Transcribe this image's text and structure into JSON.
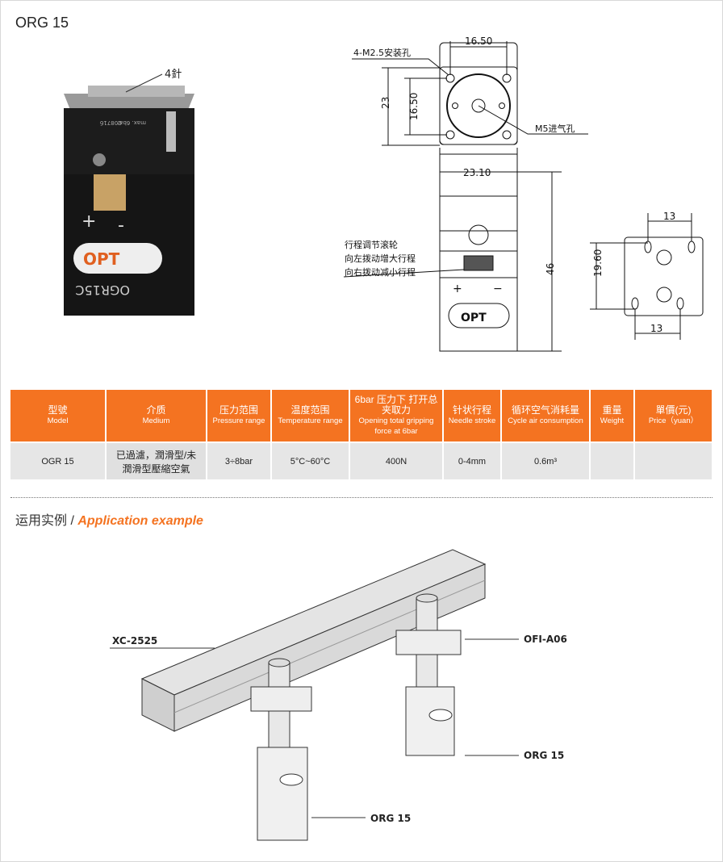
{
  "title": "ORG 15",
  "photo": {
    "pin_label": "4針",
    "marking_pressure": "max. 6bar",
    "marking_code": "C0871б",
    "model_mark": "OGR15C",
    "brand": "OPT",
    "plus": "+",
    "minus": "-"
  },
  "drawing": {
    "top_view": {
      "holes_label": "4-M2.5安装孔",
      "width_dim": "16.50",
      "height_outer": "23",
      "height_inner": "16.50",
      "port_label": "M5进气孔"
    },
    "front_view": {
      "width_dim": "23.10",
      "height_dim": "46",
      "note": [
        "行程调节滚轮",
        "向左拨动增大行程",
        "向右拨动减小行程"
      ],
      "plus": "+",
      "minus": "−",
      "brand": "OPT"
    },
    "bottom_view": {
      "top_dim": "13",
      "side_dim": "19.60",
      "bottom_dim": "13"
    }
  },
  "table": {
    "headers": [
      {
        "cn": "型號",
        "en": "Model"
      },
      {
        "cn": "介质",
        "en": "Medium"
      },
      {
        "cn": "压力范围",
        "en": "Pressure range"
      },
      {
        "cn": "温度范围",
        "en": "Temperature range"
      },
      {
        "cn": "6bar 压力下 打开总夹取力",
        "en": "Opening total gripping force at 6bar"
      },
      {
        "cn": "针状行程",
        "en": "Needle stroke"
      },
      {
        "cn": "循环空气消耗量",
        "en": "Cycle air consumption"
      },
      {
        "cn": "重量",
        "en": "Weight"
      },
      {
        "cn": "單價(元)",
        "en": "Price（yuan）"
      }
    ],
    "rows": [
      [
        "OGR 15",
        "已過濾，潤滑型/未潤滑型壓縮空氣",
        "3÷8bar",
        "5°C~60°C",
        "400N",
        "0-4mm",
        "0.6m³",
        "",
        ""
      ]
    ]
  },
  "application": {
    "heading_cn": "运用实例 / ",
    "heading_en": "Application example",
    "labels": [
      "XC-2525",
      "OFI-A06",
      "ORG 15",
      "ORG 15"
    ]
  }
}
